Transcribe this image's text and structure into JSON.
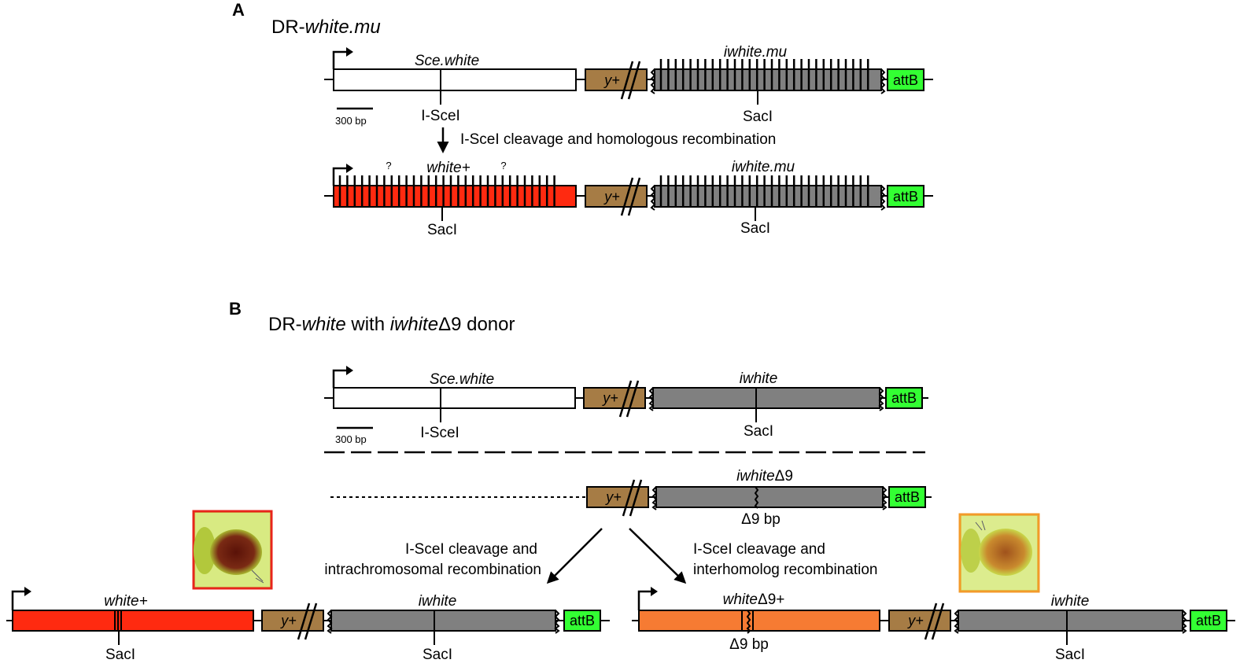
{
  "colors": {
    "white_box": "#ffffff",
    "donor_grey": "#808080",
    "yellow_marker": "#a67c45",
    "attb_green": "#33ff33",
    "repaired_red": "#ff2a10",
    "repaired_orange": "#f67b33",
    "photo_red_frame": "#e8251c",
    "photo_orange_frame": "#f39a2a"
  },
  "panel_a": {
    "letter": "A",
    "title_prefix": "DR-",
    "title_italic": "white.mu",
    "top_construct": {
      "sce_label": "Sce.white",
      "donor_label": "iwhite.mu",
      "site_label": "I-SceI",
      "donor_site_label": "SacI",
      "scale_label": "300 bp",
      "marker_label": "y+",
      "attb_label": "attB"
    },
    "arrow_label": "I-SceI cleavage and homologous recombination",
    "bottom_construct": {
      "repaired_label": "white+",
      "question_mark": "?",
      "site_label": "SacI",
      "donor_label": "iwhite.mu",
      "donor_site_label": "SacI",
      "marker_label": "y+",
      "attb_label": "attB"
    }
  },
  "panel_b": {
    "letter": "B",
    "title_prefix": "DR-",
    "title_italic1": "white",
    "title_mid": " with ",
    "title_italic2": "iwhite",
    "title_suffix": "Δ9 donor",
    "top_construct": {
      "sce_label": "Sce.white",
      "donor_label": "iwhite",
      "site_label": "I-SceI",
      "donor_site_label": "SacI",
      "scale_label": "300 bp",
      "marker_label": "y+",
      "attb_label": "attB"
    },
    "homolog": {
      "donor_label_italic": "iwhite",
      "donor_label_suffix": "Δ9",
      "deletion_label": "Δ9 bp",
      "marker_label": "y+",
      "attb_label": "attB"
    },
    "left_outcome": {
      "caption_line1": "I-SceI cleavage and",
      "caption_line2": "intrachromosomal recombination",
      "repaired_label": "white+",
      "site_label": "SacI",
      "donor_label": "iwhite",
      "donor_site_label": "SacI",
      "marker_label": "y+",
      "attb_label": "attB"
    },
    "right_outcome": {
      "caption_line1": "I-SceI cleavage and",
      "caption_line2": "interhomolog recombination",
      "repaired_label_italic": "white",
      "repaired_label_suffix": "Δ9+",
      "deletion_label": "Δ9 bp",
      "donor_label": "iwhite",
      "donor_site_label": "SacI",
      "marker_label": "y+",
      "attb_label": "attB"
    }
  }
}
